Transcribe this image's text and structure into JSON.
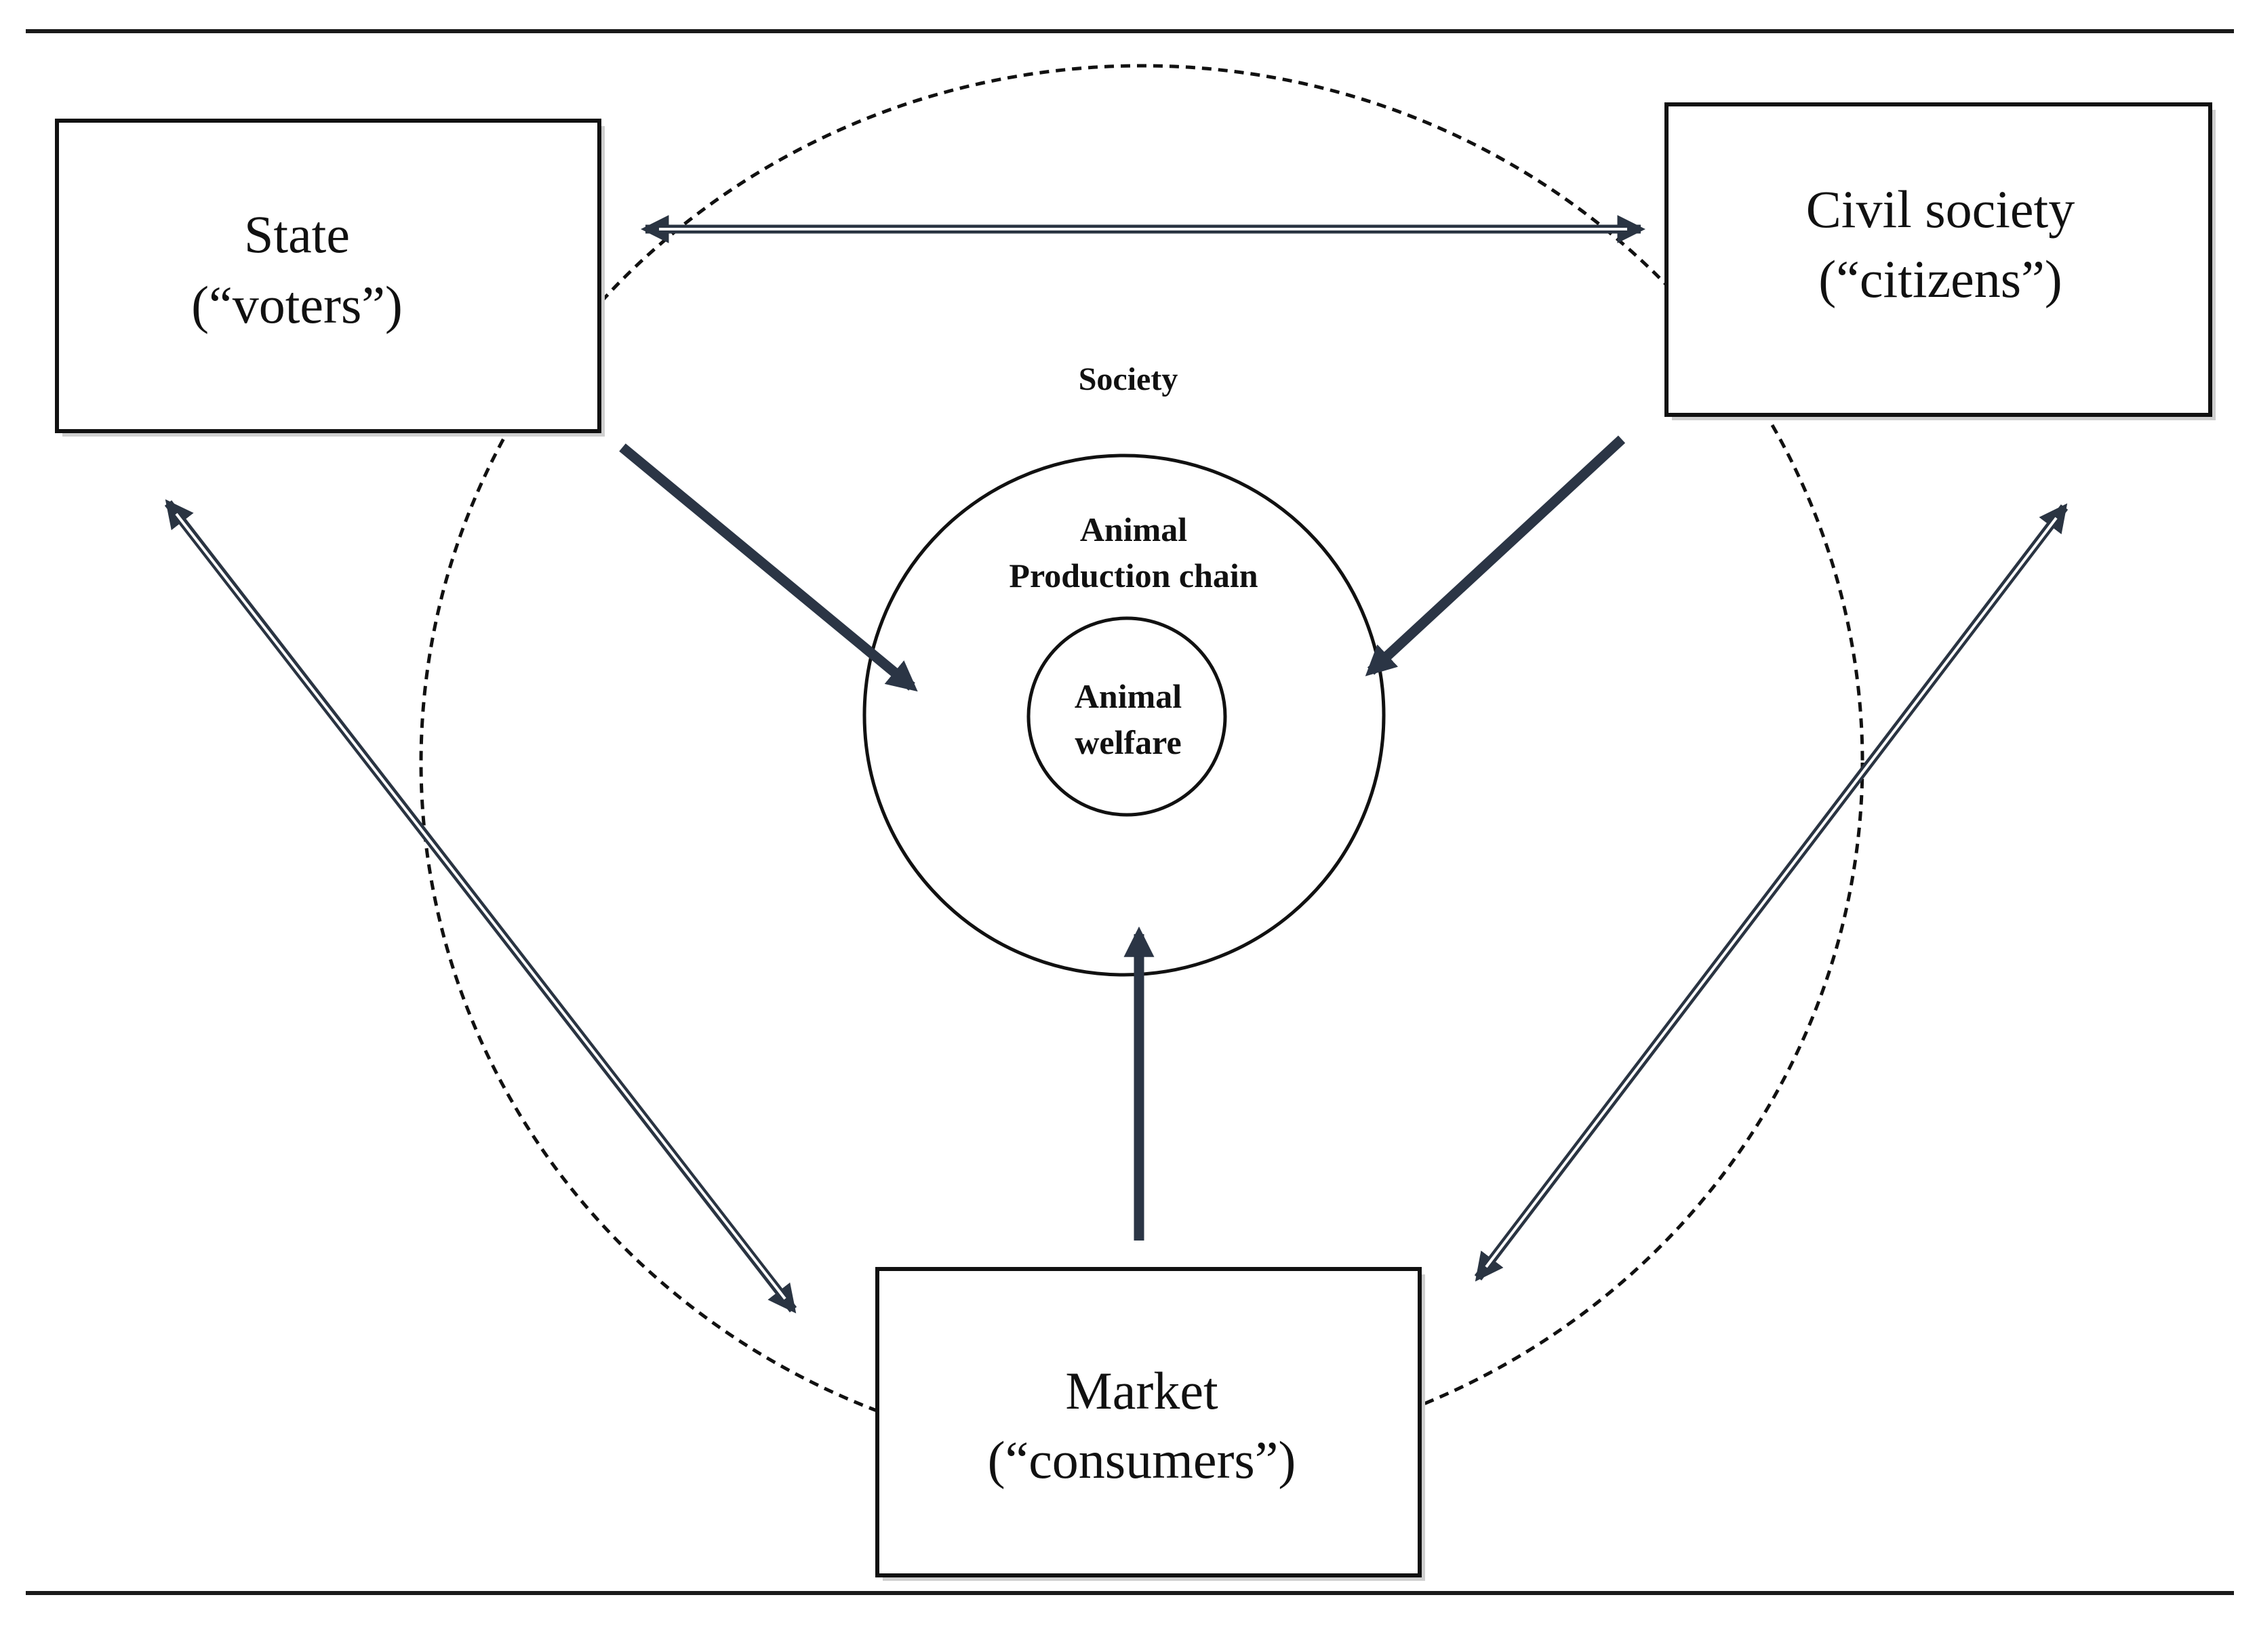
{
  "diagram": {
    "boxes": {
      "state": {
        "line1": "State",
        "line2": "(“voters”)"
      },
      "civil": {
        "line1": "Civil society",
        "line2": "(“citizens”)"
      },
      "market": {
        "line1": "Market",
        "line2": "(“consumers”)"
      }
    },
    "rings": {
      "society": "Society",
      "chain": {
        "line1": "Animal",
        "line2": "Production chain"
      },
      "welfare": {
        "line1": "Animal",
        "line2": "welfare"
      }
    },
    "colors": {
      "arrow": "#2b3545",
      "stroke": "#111111",
      "background": "#ffffff"
    }
  }
}
